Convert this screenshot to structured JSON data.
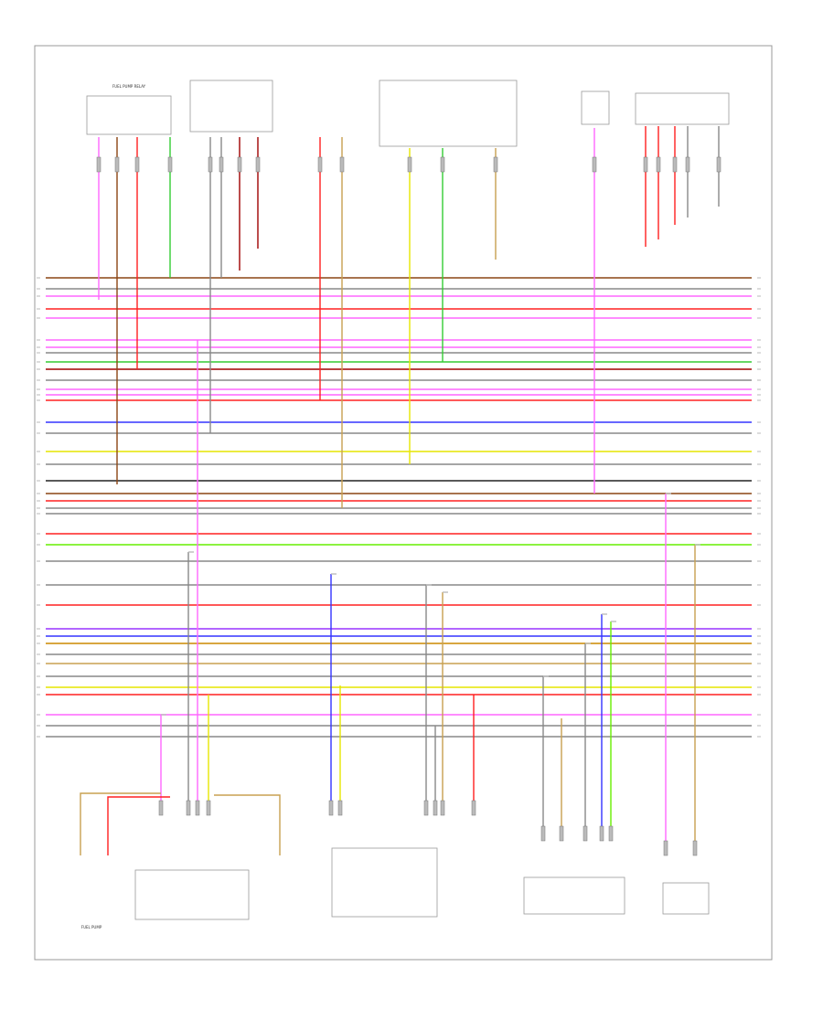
{
  "diagram": {
    "title_left": "",
    "footer_code": "",
    "components": [
      {
        "id": "fuel-pump-relay",
        "label": "FUEL PUMP RELAY"
      },
      {
        "id": "power-module",
        "label": ""
      },
      {
        "id": "ecm-relay",
        "label": ""
      },
      {
        "id": "fuse-box",
        "label": ""
      },
      {
        "id": "fuse",
        "label": ""
      },
      {
        "id": "pcm-relay",
        "label": ""
      },
      {
        "id": "transmission-range-sensor",
        "label": ""
      },
      {
        "id": "fuel-pump",
        "label": "FUEL PUMP"
      },
      {
        "id": "fuel-pump-module",
        "label": ""
      },
      {
        "id": "fuel-tank-pressure-sensor",
        "label": ""
      },
      {
        "id": "evap-canister-purge",
        "label": ""
      },
      {
        "id": "steering-angle-sensor",
        "label": ""
      },
      {
        "id": "brake-fluid-sensor",
        "label": ""
      }
    ],
    "colors": {
      "pink": "#ff66ff",
      "red": "#ff2020",
      "brown": "#8b4513",
      "green": "#33cc33",
      "gray": "#888888",
      "blue": "#3333ff",
      "yellow": "#e6e600",
      "violet": "#9933ff",
      "darkred": "#a00000",
      "orange": "#cc8800",
      "tan": "#c8a050",
      "lime": "#66ee00",
      "black": "#222222",
      "white": "#cccccc"
    }
  }
}
